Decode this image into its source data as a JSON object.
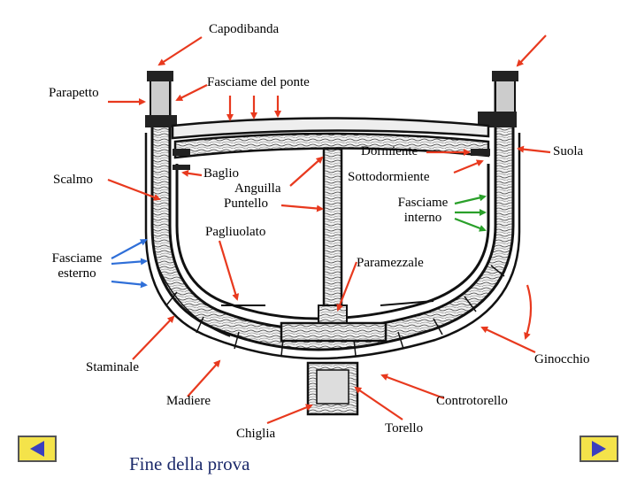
{
  "labels": {
    "capodibanda": "Capodibanda",
    "fasciame_ponte": "Fasciame del ponte",
    "parapetto": "Parapetto",
    "dormiente": "Dormiente",
    "suola": "Suola",
    "scalmo": "Scalmo",
    "baglio": "Baglio",
    "anguilla": "Anguilla",
    "puntello": "Puntello",
    "sottodormiente": "Sottodormiente",
    "fasciame_interno_1": "Fasciame",
    "fasciame_interno_2": "interno",
    "pagliuolato": "Pagliuolato",
    "fasciame_esterno_1": "Fasciame",
    "fasciame_esterno_2": "esterno",
    "paramezzale": "Paramezzale",
    "ginocchio": "Ginocchio",
    "staminale": "Staminale",
    "madiere": "Madiere",
    "controtorello": "Controtorello",
    "chiglia": "Chiglia",
    "torello": "Torello"
  },
  "footer": {
    "title": "Fine della prova"
  },
  "colors": {
    "red_arrow": "#e8391e",
    "blue_arrow": "#2f6fd8",
    "green_arrow": "#2aa02a",
    "nav_button": "#f4e34a",
    "nav_arrow": "#3b3fbf",
    "footer_text": "#1c2a6b"
  },
  "nav": {
    "prev_icon": "triangle-left-icon",
    "next_icon": "triangle-right-icon"
  }
}
